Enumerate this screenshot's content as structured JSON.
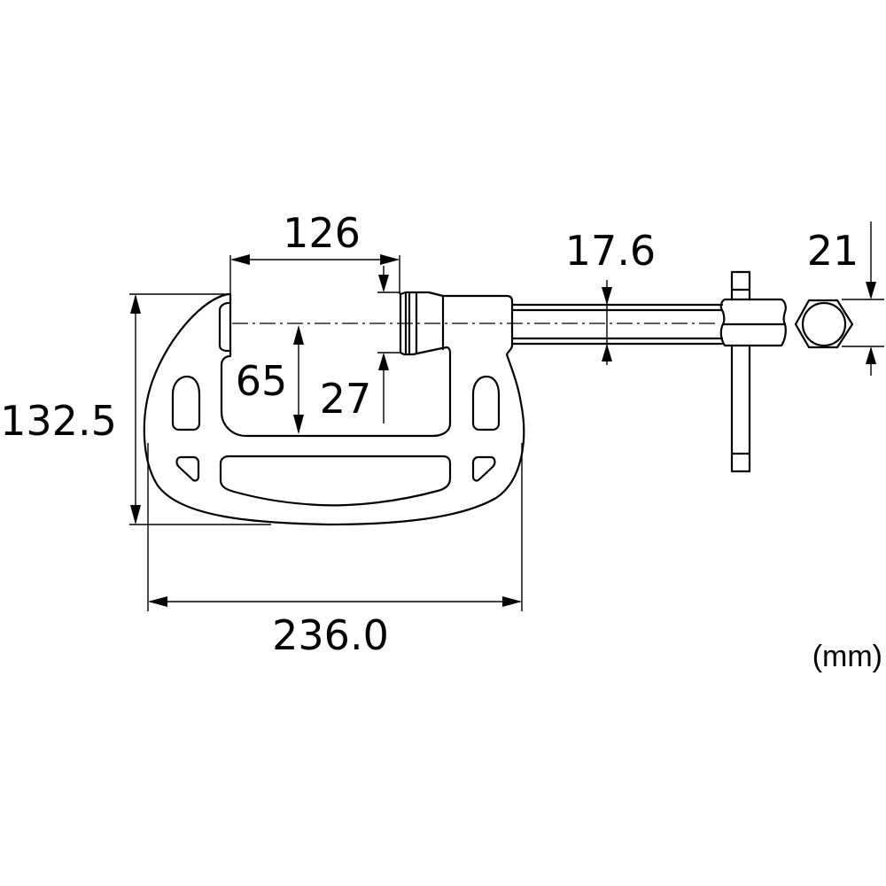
{
  "drawing": {
    "subject": "C-clamp dimension drawing",
    "unit_label": "(mm)",
    "dimensions": {
      "jaw_opening": "126",
      "throat_depth": "65",
      "anvil_height": "27",
      "screw_diameter": "17.6",
      "hex_size": "21",
      "overall_height": "132.5",
      "overall_width": "236.0"
    }
  }
}
